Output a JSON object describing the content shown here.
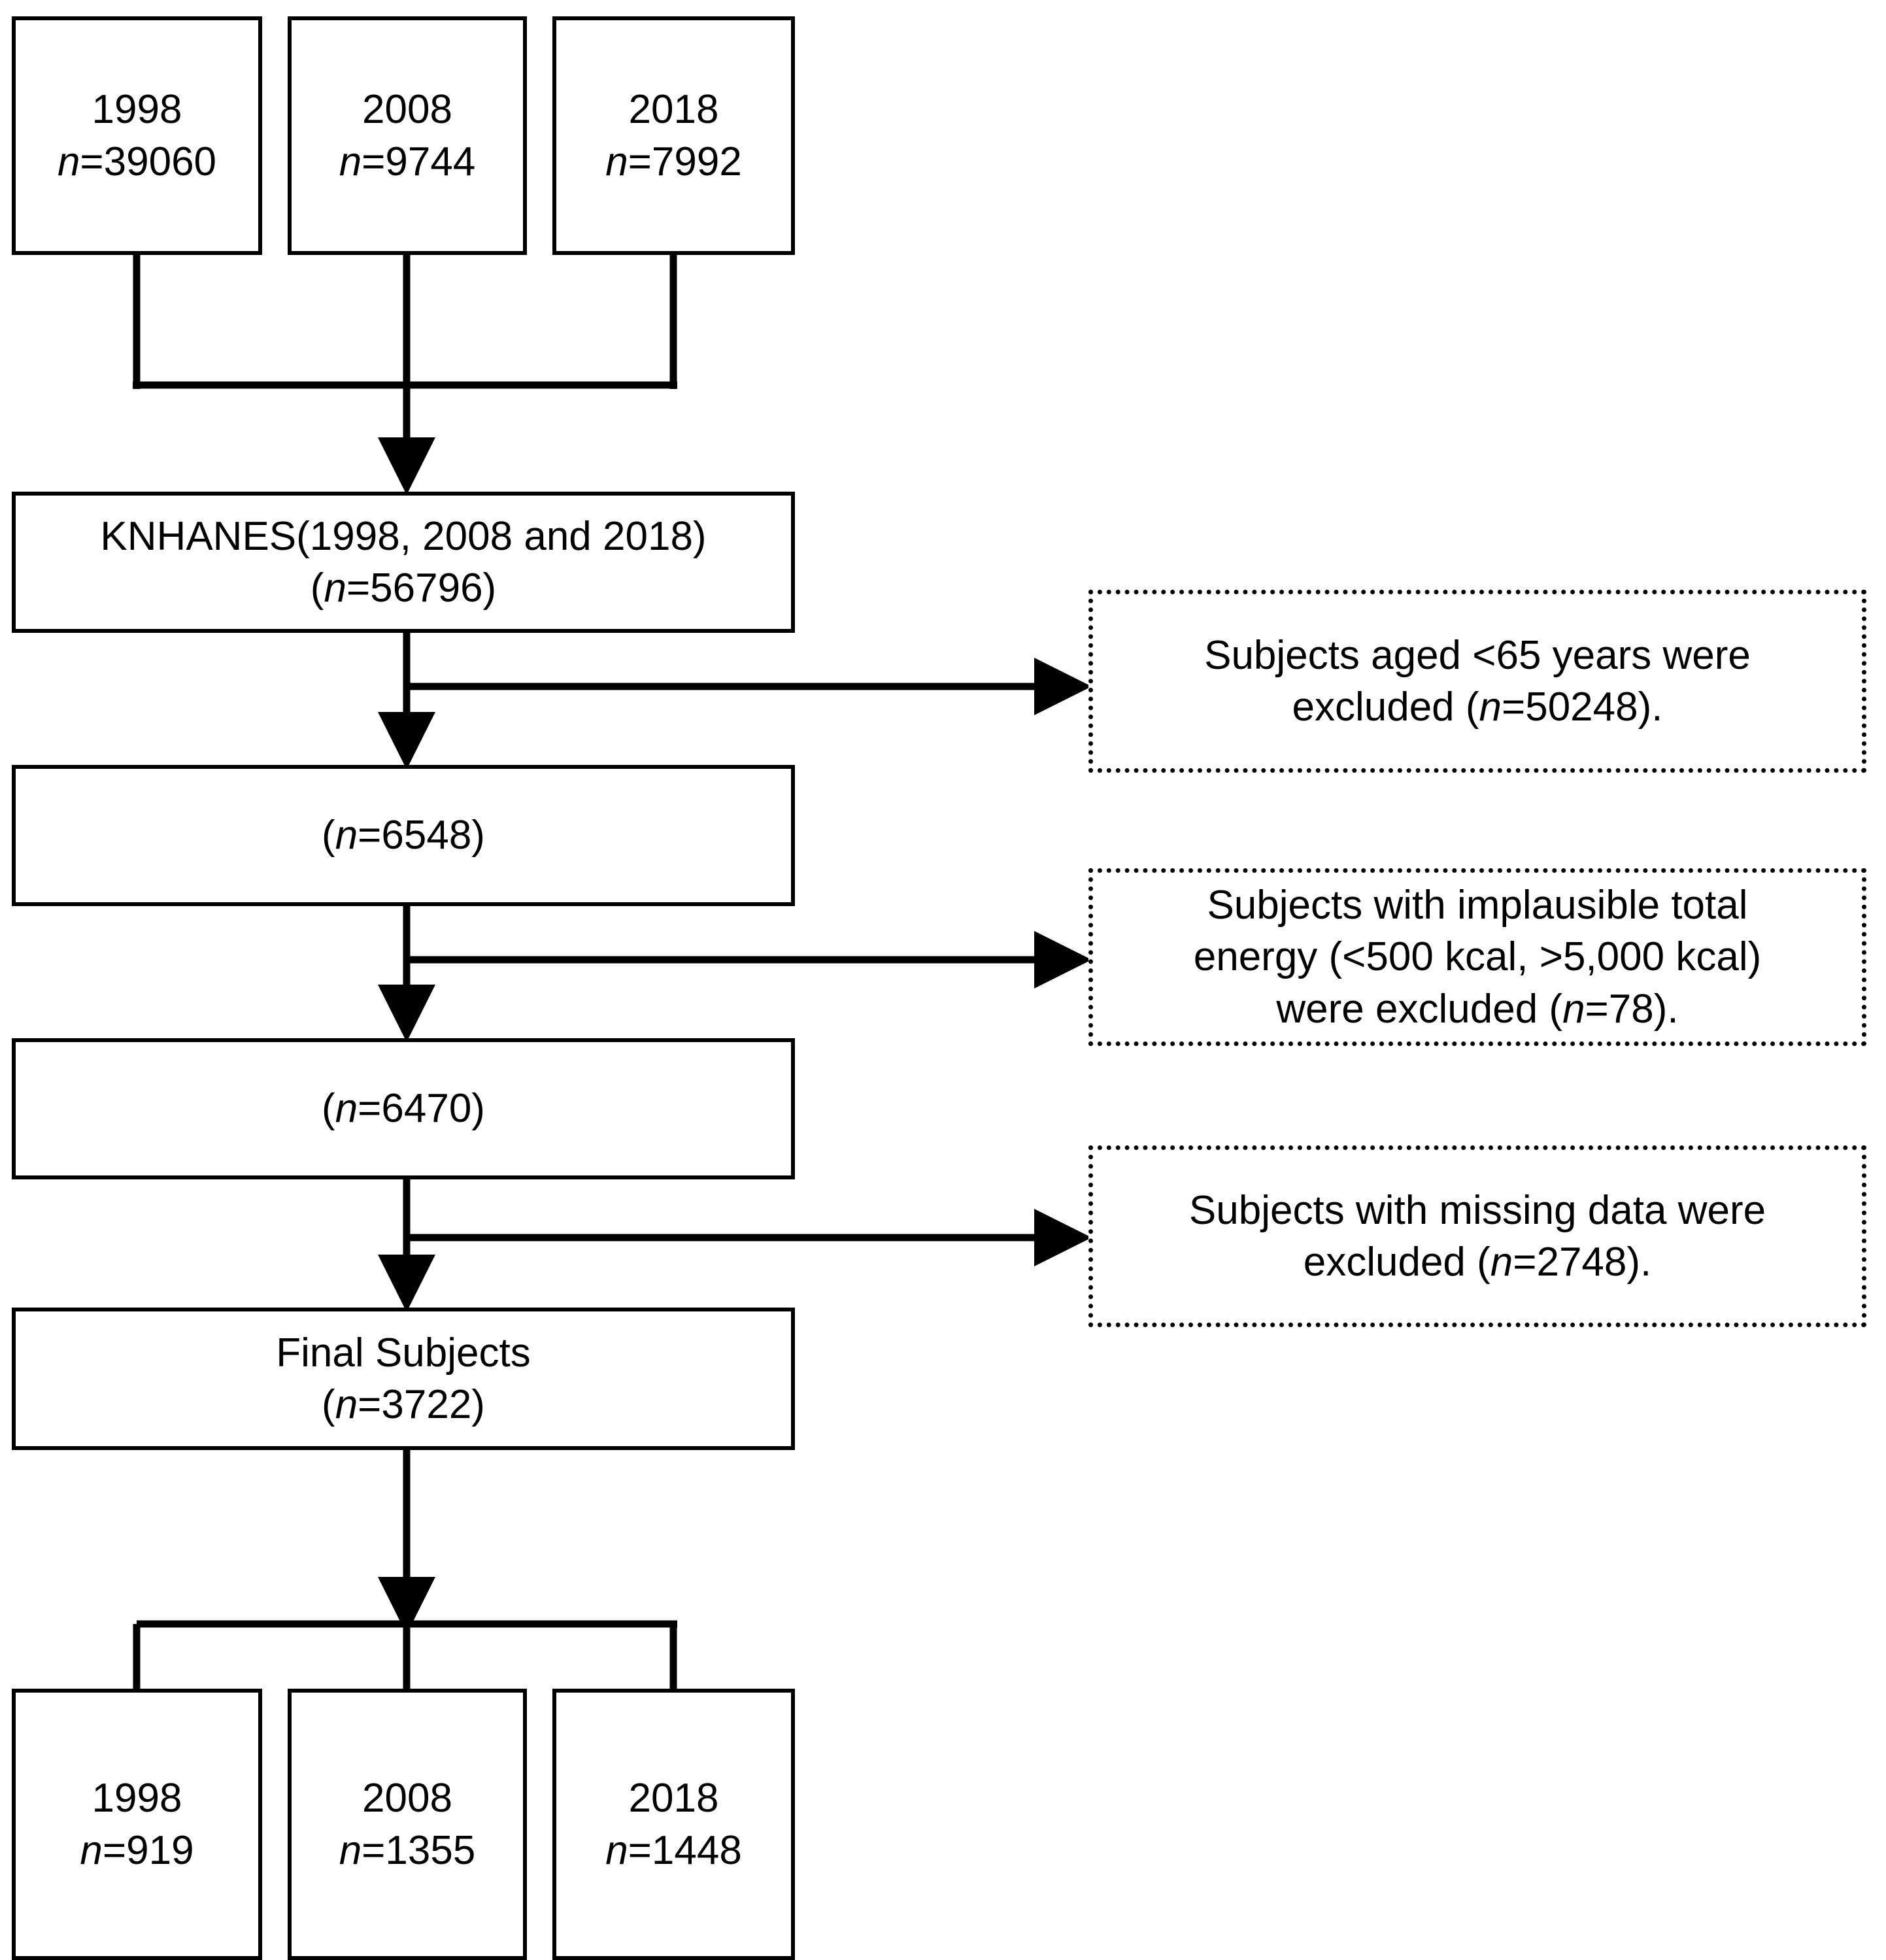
{
  "diagram": {
    "title": "KNHANES study participant flow diagram",
    "colors": {
      "stroke": "#000000",
      "background": "#ffffff"
    },
    "source_boxes": [
      {
        "year": "1998",
        "n": "n=39060"
      },
      {
        "year": "2008",
        "n": "n=9744"
      },
      {
        "year": "2018",
        "n": "n=7992"
      }
    ],
    "pooled": {
      "line1": "KNHANES(1998, 2008 and 2018)",
      "line2": "(n=56796)"
    },
    "steps": [
      {
        "label": "(n=6548)"
      },
      {
        "label": "(n=6470)"
      }
    ],
    "final": {
      "line1": "Final Subjects",
      "line2": "(n=3722)"
    },
    "exclusions": [
      {
        "line1": "Subjects aged <65 years were",
        "line2": "excluded (n=50248)."
      },
      {
        "line1": "Subjects with implausible total",
        "line2": "energy (<500 kcal, >5,000 kcal)",
        "line3": "were excluded (n=78)."
      },
      {
        "line1": "Subjects with missing data were",
        "line2": "excluded (n=2748)."
      }
    ],
    "result_boxes": [
      {
        "year": "1998",
        "n": "n=919"
      },
      {
        "year": "2008",
        "n": "n=1355"
      },
      {
        "year": "2018",
        "n": "n=1448"
      }
    ]
  }
}
